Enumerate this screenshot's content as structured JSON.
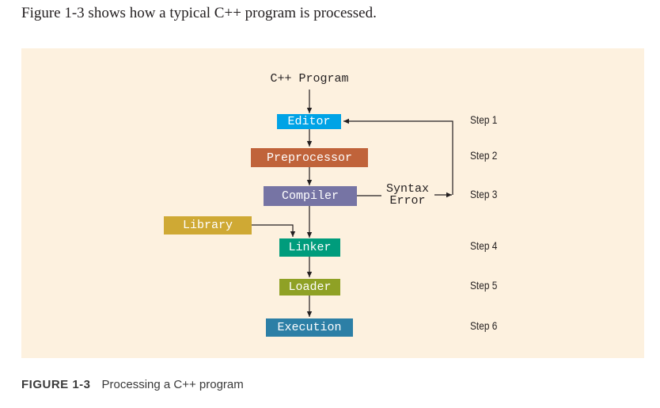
{
  "intro_text": "Figure 1-3 shows how a typical C++ program is processed.",
  "diagram": {
    "input_label": "C++ Program",
    "boxes": {
      "editor": {
        "label": "Editor",
        "color": "#00a3e6"
      },
      "preprocessor": {
        "label": "Preprocessor",
        "color": "#c0633a"
      },
      "compiler": {
        "label": "Compiler",
        "color": "#7674a4"
      },
      "library": {
        "label": "Library",
        "color": "#cfa934"
      },
      "linker": {
        "label": "Linker",
        "color": "#009c7c"
      },
      "loader": {
        "label": "Loader",
        "color": "#8fa125"
      },
      "execution": {
        "label": "Execution",
        "color": "#2c7fa6"
      }
    },
    "syntax_error_line1": "Syntax",
    "syntax_error_line2": "Error",
    "steps": [
      "Step 1",
      "Step 2",
      "Step 3",
      "Step 4",
      "Step 5",
      "Step 6"
    ],
    "panel_color": "#fdf1df"
  },
  "caption": {
    "number": "FIGURE 1-3",
    "text": "Processing a C++ program"
  }
}
